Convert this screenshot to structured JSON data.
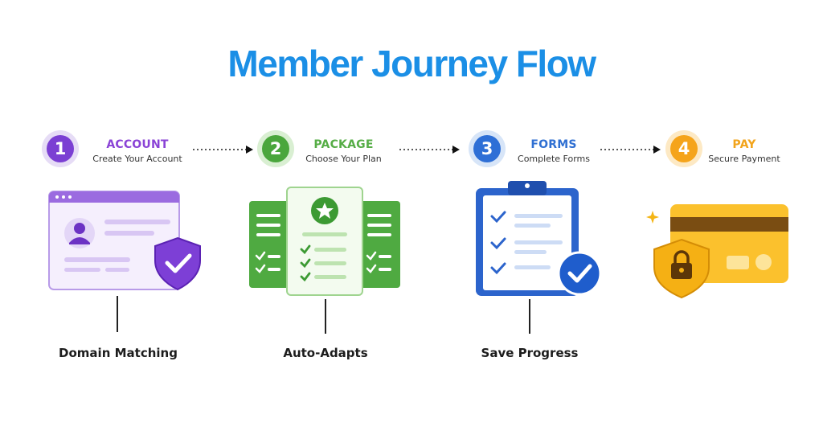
{
  "title": "Member Journey Flow",
  "steps": [
    {
      "number": "1",
      "title": "ACCOUNT",
      "subtitle": "Create Your Account",
      "color": "#7b3fd3"
    },
    {
      "number": "2",
      "title": "PACKAGE",
      "subtitle": "Choose Your Plan",
      "color": "#4aa63c"
    },
    {
      "number": "3",
      "title": "FORMS",
      "subtitle": "Complete Forms",
      "color": "#2e6fd6"
    },
    {
      "number": "4",
      "title": "PAY",
      "subtitle": "Secure Payment",
      "color": "#f5a41b"
    }
  ],
  "features": [
    "Domain Matching",
    "Auto-Adapts",
    "Save Progress"
  ],
  "illustrations": [
    "account-card-shield-icon",
    "package-plans-star-icon",
    "clipboard-checklist-icon",
    "credit-card-lock-icon"
  ]
}
